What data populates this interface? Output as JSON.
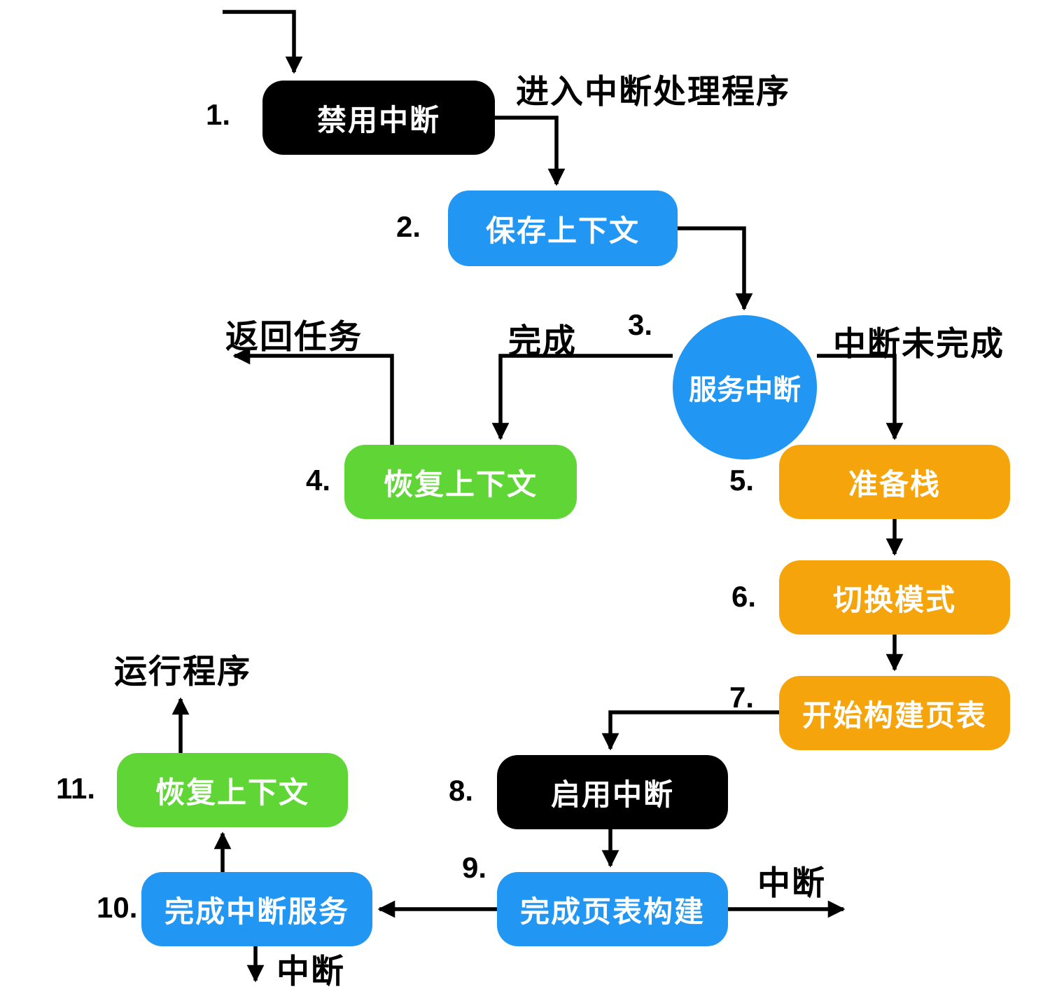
{
  "nodes": {
    "n1": {
      "num": "1.",
      "label": "禁用中断",
      "color": "#000000"
    },
    "n2": {
      "num": "2.",
      "label": "保存上下文",
      "color": "#2196F3"
    },
    "n3": {
      "num": "3.",
      "label": "服务中断",
      "color": "#2196F3"
    },
    "n4": {
      "num": "4.",
      "label": "恢复上下文",
      "color": "#5FD636"
    },
    "n5": {
      "num": "5.",
      "label": "准备栈",
      "color": "#F5A50B"
    },
    "n6": {
      "num": "6.",
      "label": "切换模式",
      "color": "#F5A50B"
    },
    "n7": {
      "num": "7.",
      "label": "开始构建页表",
      "color": "#F5A50B"
    },
    "n8": {
      "num": "8.",
      "label": "启用中断",
      "color": "#000000"
    },
    "n9": {
      "num": "9.",
      "label": "完成页表构建",
      "color": "#2196F3"
    },
    "n10": {
      "num": "10.",
      "label": "完成中断服务",
      "color": "#2196F3"
    },
    "n11": {
      "num": "11.",
      "label": "恢复上下文",
      "color": "#5FD636"
    }
  },
  "labels": {
    "enter_handler": "进入中断处理程序",
    "interrupt_incomplete": "中断未完成",
    "done": "完成",
    "return_to_task": "返回任务",
    "run_program": "运行程序",
    "interrupt_right": "中断",
    "interrupt_bottom": "中断"
  },
  "colors": {
    "black": "#000000",
    "blue": "#2196F3",
    "green": "#5FD636",
    "orange": "#F5A50B",
    "arrow": "#000000",
    "background": "#FFFFFF"
  }
}
